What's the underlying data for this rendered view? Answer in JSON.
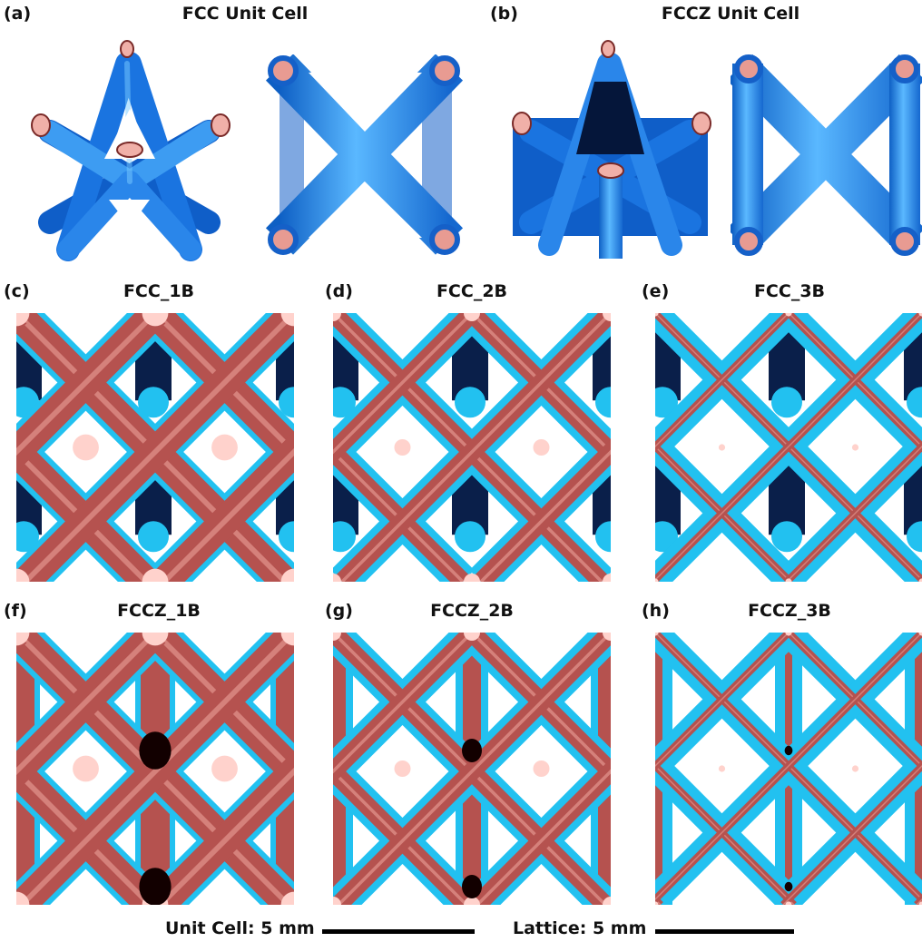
{
  "colors": {
    "strut_blue": "#1e7ee0",
    "strut_light": "#6ec3ff",
    "cyan_bright": "#22c1f0",
    "rod_red": "#b5524f",
    "rod_light": "#f0a8a0",
    "node_pink": "#ffd2cc",
    "dark_void": "#0a1f4a",
    "scale_bar": "#000000"
  },
  "panels": [
    {
      "id": "a",
      "label": "(a)",
      "title": "FCC Unit Cell"
    },
    {
      "id": "b",
      "label": "(b)",
      "title": "FCCZ Unit Cell"
    },
    {
      "id": "c",
      "label": "(c)",
      "title": "FCC_1B"
    },
    {
      "id": "d",
      "label": "(d)",
      "title": "FCC_2B"
    },
    {
      "id": "e",
      "label": "(e)",
      "title": "FCC_3B"
    },
    {
      "id": "f",
      "label": "(f)",
      "title": "FCCZ_1B"
    },
    {
      "id": "g",
      "label": "(g)",
      "title": "FCCZ_2B"
    },
    {
      "id": "h",
      "label": "(h)",
      "title": "FCCZ_3B"
    }
  ],
  "scale_bars": [
    {
      "label": "Unit Cell: 5 mm"
    },
    {
      "label": "Lattice: 5 mm"
    }
  ]
}
